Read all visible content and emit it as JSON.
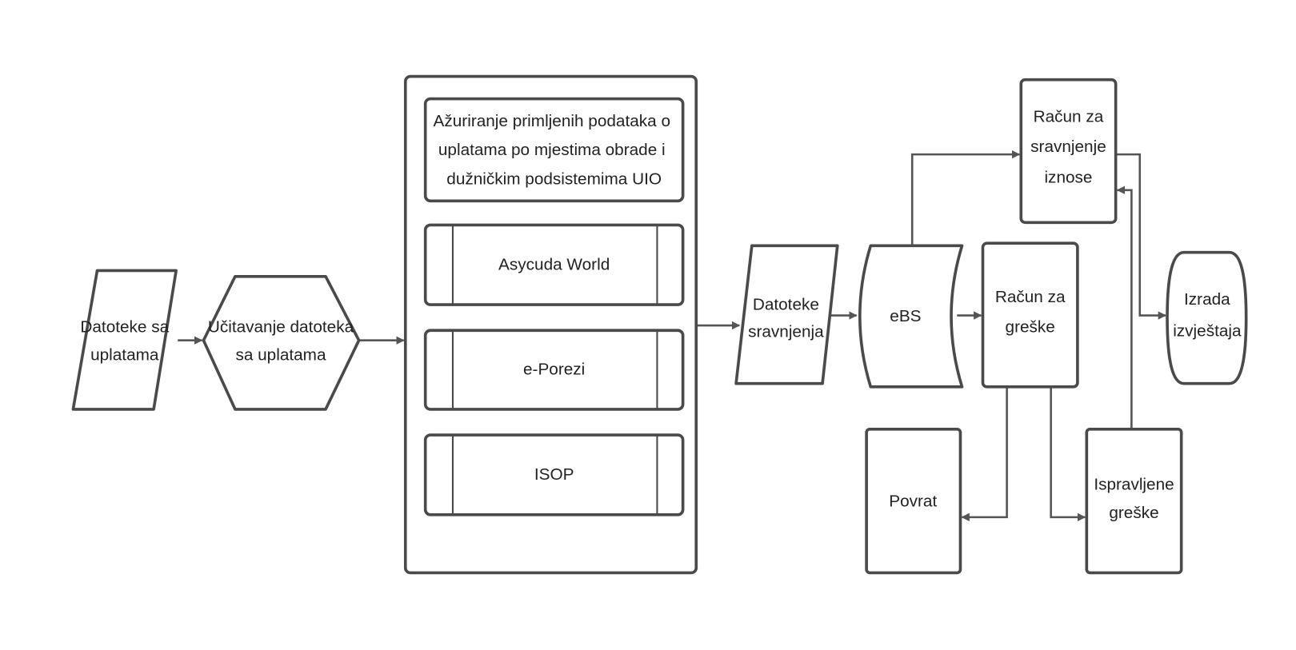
{
  "diagram": {
    "nodes": {
      "datoteke_uplate": {
        "lines": [
          "Datoteke sa",
          "uplatama"
        ],
        "shape": "parallelogram"
      },
      "ucitavanje": {
        "lines": [
          "Učitavanje datoteka",
          "sa uplatama"
        ],
        "shape": "hexagon"
      },
      "container_title": {
        "lines": [
          "Ažuriranje primljenih podataka o",
          "uplatama po mjestima obrade i",
          "dužničkim podsistemima UIO"
        ],
        "shape": "rectangle"
      },
      "asycuda": {
        "label": "Asycuda World",
        "shape": "subprocess"
      },
      "eporezi": {
        "label": "e-Porezi",
        "shape": "subprocess"
      },
      "isop": {
        "label": "ISOP",
        "shape": "subprocess"
      },
      "datoteke_sravnjenja": {
        "lines": [
          "Datoteke",
          "sravnjenja"
        ],
        "shape": "parallelogram"
      },
      "ebs": {
        "label": "eBS",
        "shape": "stored-data"
      },
      "racun_greske": {
        "lines": [
          "Račun za",
          "greške"
        ],
        "shape": "rectangle"
      },
      "racun_sravnjenje": {
        "lines": [
          "Račun za",
          "sravnjenje",
          "iznose"
        ],
        "shape": "rectangle"
      },
      "izrada": {
        "lines": [
          "Izrada",
          "izvještaja"
        ],
        "shape": "terminator"
      },
      "povrat": {
        "label": "Povrat",
        "shape": "rectangle"
      },
      "ispravljene": {
        "lines": [
          "Ispravljene",
          "greške"
        ],
        "shape": "rectangle"
      }
    },
    "edges": [
      {
        "from": "datoteke_uplate",
        "to": "ucitavanje"
      },
      {
        "from": "ucitavanje",
        "to": "container"
      },
      {
        "from": "container",
        "to": "datoteke_sravnjenja"
      },
      {
        "from": "datoteke_sravnjenja",
        "to": "ebs"
      },
      {
        "from": "ebs",
        "to": "racun_greske"
      },
      {
        "from": "ebs",
        "to": "racun_sravnjenje"
      },
      {
        "from": "racun_sravnjenje",
        "to": "izrada"
      },
      {
        "from": "racun_greske",
        "to": "povrat"
      },
      {
        "from": "racun_greske",
        "to": "ispravljene"
      },
      {
        "from": "ispravljene",
        "to": "racun_sravnjenje"
      }
    ]
  }
}
